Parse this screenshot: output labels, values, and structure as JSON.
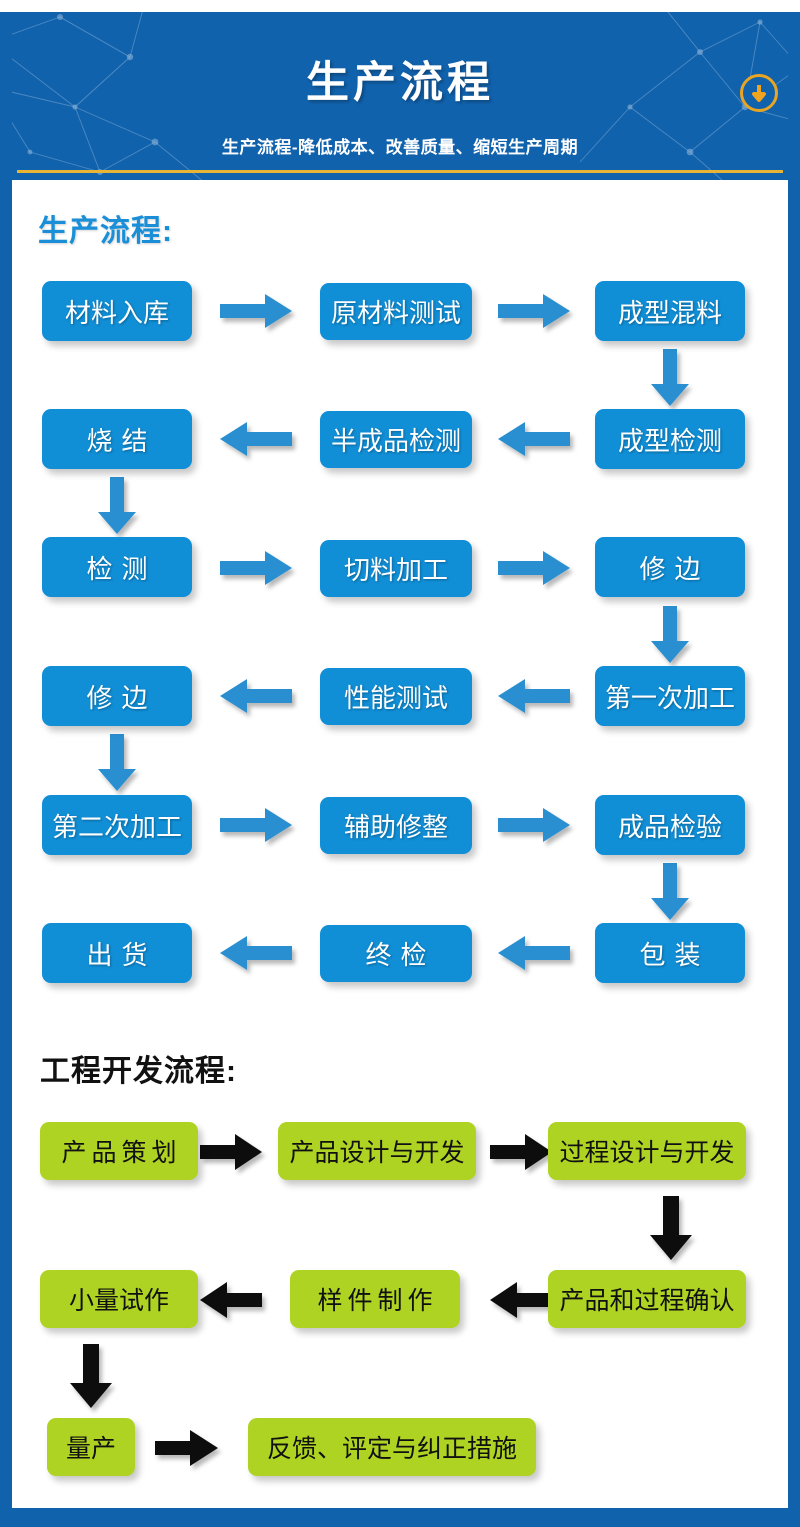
{
  "header": {
    "title": "生产流程",
    "subtitle": "生产流程-降低成本、改善质量、缩短生产周期",
    "badge_icon": "download-arrow-icon",
    "bg_color": "#1162ad",
    "divider_color": "#e8b435",
    "badge_color": "#e8a524"
  },
  "colors": {
    "blue_node": "#108ed6",
    "green_node": "#aed322",
    "blue_arrow": "#2b8fd0",
    "black_arrow": "#101010",
    "blue_title": "#1a8fd8",
    "dark_title": "#111111",
    "panel": "#ffffff"
  },
  "production": {
    "title": "生产流程:",
    "nodes": [
      {
        "id": "p1",
        "label": "材料入库",
        "row": 1,
        "col": 1,
        "spacing": "none"
      },
      {
        "id": "p2",
        "label": "原材料测试",
        "row": 1,
        "col": 2,
        "spacing": "none"
      },
      {
        "id": "p3",
        "label": "成型混料",
        "row": 1,
        "col": 3,
        "spacing": "none"
      },
      {
        "id": "p4",
        "label": "成型检测",
        "row": 2,
        "col": 3,
        "spacing": "none"
      },
      {
        "id": "p5",
        "label": "半成品检测",
        "row": 2,
        "col": 2,
        "spacing": "none"
      },
      {
        "id": "p6",
        "label": "烧结",
        "row": 2,
        "col": 1,
        "spacing": "wide"
      },
      {
        "id": "p7",
        "label": "检测",
        "row": 3,
        "col": 1,
        "spacing": "wide"
      },
      {
        "id": "p8",
        "label": "切料加工",
        "row": 3,
        "col": 2,
        "spacing": "none"
      },
      {
        "id": "p9",
        "label": "修边",
        "row": 3,
        "col": 3,
        "spacing": "wide"
      },
      {
        "id": "p10",
        "label": "第一次加工",
        "row": 4,
        "col": 3,
        "spacing": "none"
      },
      {
        "id": "p11",
        "label": "性能测试",
        "row": 4,
        "col": 2,
        "spacing": "none"
      },
      {
        "id": "p12",
        "label": "修边",
        "row": 4,
        "col": 1,
        "spacing": "wide"
      },
      {
        "id": "p13",
        "label": "第二次加工",
        "row": 5,
        "col": 1,
        "spacing": "none"
      },
      {
        "id": "p14",
        "label": "辅助修整",
        "row": 5,
        "col": 2,
        "spacing": "none"
      },
      {
        "id": "p15",
        "label": "成品检验",
        "row": 5,
        "col": 3,
        "spacing": "none"
      },
      {
        "id": "p16",
        "label": "包装",
        "row": 6,
        "col": 3,
        "spacing": "wide"
      },
      {
        "id": "p17",
        "label": "终检",
        "row": 6,
        "col": 2,
        "spacing": "wide"
      },
      {
        "id": "p18",
        "label": "出货",
        "row": 6,
        "col": 1,
        "spacing": "wide"
      }
    ]
  },
  "engineering": {
    "title": "工程开发流程:",
    "nodes": [
      {
        "id": "e1",
        "label": "产品策划",
        "row": 1,
        "col": 1,
        "spacing": "mid"
      },
      {
        "id": "e2",
        "label": "产品设计与开发",
        "row": 1,
        "col": 2,
        "spacing": "none"
      },
      {
        "id": "e3",
        "label": "过程设计与开发",
        "row": 1,
        "col": 3,
        "spacing": "none"
      },
      {
        "id": "e4",
        "label": "产品和过程确认",
        "row": 2,
        "col": 3,
        "spacing": "none"
      },
      {
        "id": "e5",
        "label": "样件制作",
        "row": 2,
        "col": 2,
        "spacing": "mid"
      },
      {
        "id": "e6",
        "label": "小量试作",
        "row": 2,
        "col": 1,
        "spacing": "none"
      },
      {
        "id": "e7",
        "label": "量产",
        "row": 3,
        "col": 1,
        "spacing": "none"
      },
      {
        "id": "e8",
        "label": "反馈、评定与纠正措施",
        "row": 3,
        "col": 2,
        "spacing": "none"
      }
    ]
  }
}
